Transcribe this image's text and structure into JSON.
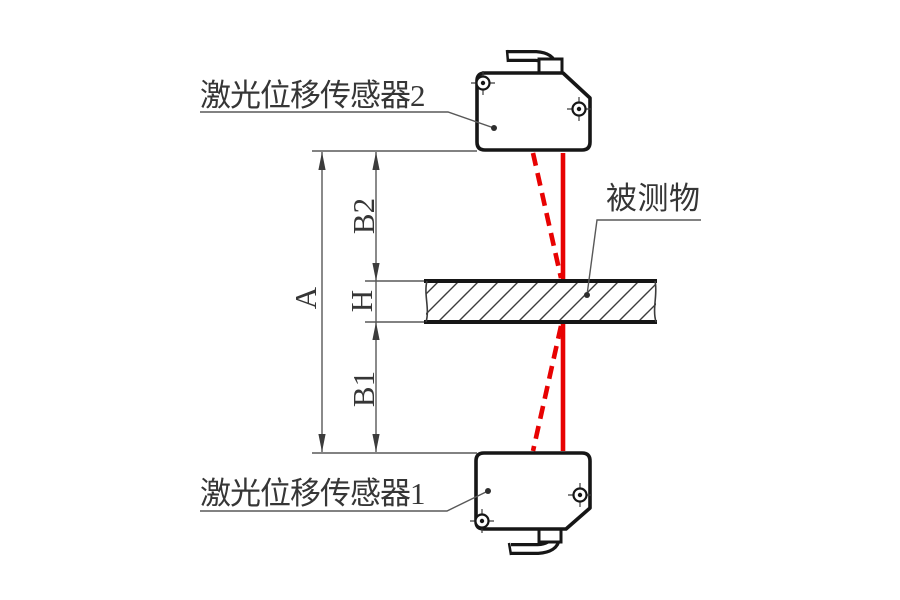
{
  "labels": {
    "sensor_top": "激光位移传感器2",
    "sensor_bottom": "激光位移传感器1",
    "measured_object": "被测物",
    "dim_total": "A",
    "dim_top_gap": "B2",
    "dim_thickness": "H",
    "dim_bottom_gap": "B1"
  },
  "colors": {
    "laser_red": "#e80202",
    "outline_dark": "#161616",
    "line_gray": "#585858",
    "text_dark": "#363636",
    "background": "#ffffff"
  }
}
